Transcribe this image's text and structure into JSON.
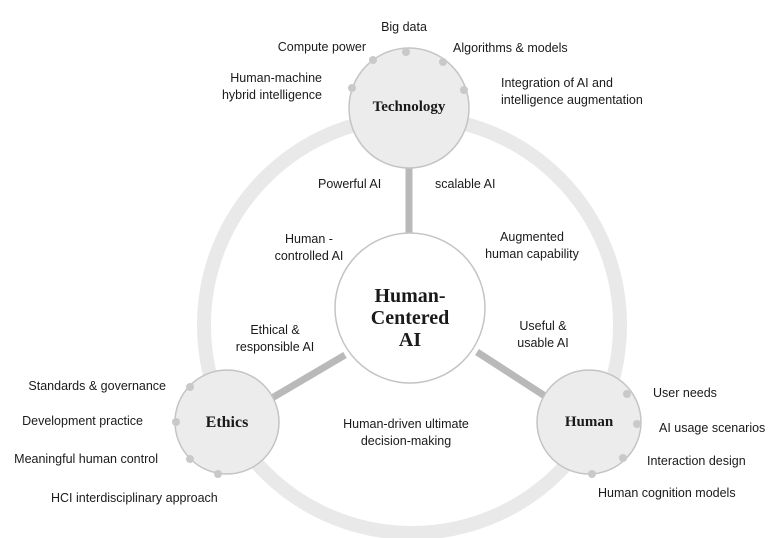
{
  "nodes": {
    "technology": "Technology",
    "human": "Human",
    "ethics": "Ethics",
    "center": "Human-\nCentered\nAI"
  },
  "technology_items": {
    "big_data": "Big data",
    "compute_power": "Compute power",
    "algorithms_models": "Algorithms & models",
    "hybrid_intelligence": "Human-machine\nhybrid intelligence",
    "integration_ai": "Integration of AI and\nintelligence augmentation"
  },
  "human_items": {
    "user_needs": "User needs",
    "ai_usage_scenarios": "AI usage scenarios",
    "interaction_design": "Interaction design",
    "cognition_models": "Human cognition models"
  },
  "ethics_items": {
    "standards_governance": "Standards & governance",
    "development_practice": "Development practice",
    "meaningful_control": "Meaningful human control",
    "hci_approach": "HCI interdisciplinary approach"
  },
  "inner_labels": {
    "powerful_ai": "Powerful AI",
    "scalable_ai": "scalable AI",
    "human_controlled_ai": "Human -\ncontrolled AI",
    "augmented_capability": "Augmented\nhuman capability",
    "ethical_responsible_ai": "Ethical &\nresponsible AI",
    "useful_usable_ai": "Useful &\nusable AI",
    "human_driven_decision": "Human-driven ultimate\ndecision-making"
  },
  "colors": {
    "ring": "#e9e9e9",
    "connector": "#b9b9b9",
    "node_fill": "#ececec",
    "node_stroke": "#c4c4c4",
    "dot": "#c9c9c9"
  }
}
